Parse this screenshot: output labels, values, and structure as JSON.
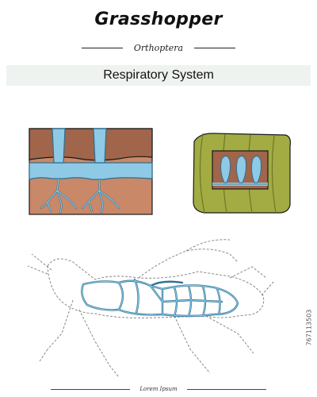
{
  "header": {
    "title": "Grasshopper",
    "subtitle": "Orthoptera",
    "section": "Respiratory System"
  },
  "footer": {
    "caption": "Lorem Ipsum"
  },
  "stock_id": "767113503",
  "colors": {
    "soil_dark": "#a0654a",
    "soil_light": "#c98868",
    "trachea_blue": "#8ecae6",
    "trachea_outline": "#2e6f91",
    "segment_olive": "#a2ac43",
    "segment_dark": "#6f7628",
    "outline": "#1a1a1a",
    "dashed_outline": "#888888"
  },
  "panels": [
    {
      "id": "spiracle-cross-section"
    },
    {
      "id": "tracheal-air-sacs"
    },
    {
      "id": "grasshopper-body-tracheae"
    }
  ]
}
